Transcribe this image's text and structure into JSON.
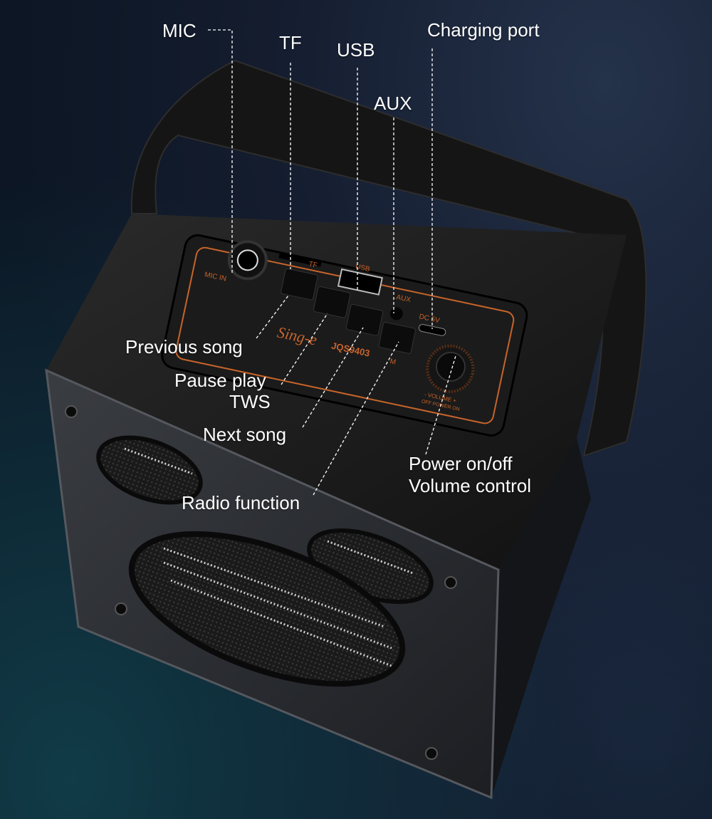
{
  "callouts": {
    "mic": "MIC",
    "tf": "TF",
    "usb": "USB",
    "aux": "AUX",
    "charging_port": "Charging port",
    "previous_song": "Previous song",
    "pause_play": "Pause play",
    "tws": "TWS",
    "next_song": "Next song",
    "radio_function": "Radio function",
    "power": "Power on/off",
    "volume": "Volume control"
  },
  "panel": {
    "mic_in": "MIC IN",
    "tf": "TF",
    "usb": "USB",
    "aux": "AUX",
    "dc": "DC 5V",
    "brand": "Sing-e",
    "model": "JQS9403",
    "mode": "M",
    "volume": "- VOLUME +",
    "power": "OFF POWER ON"
  },
  "colors": {
    "accent": "#c8642a",
    "label": "#ffffff",
    "body": "#1a1a1a"
  }
}
